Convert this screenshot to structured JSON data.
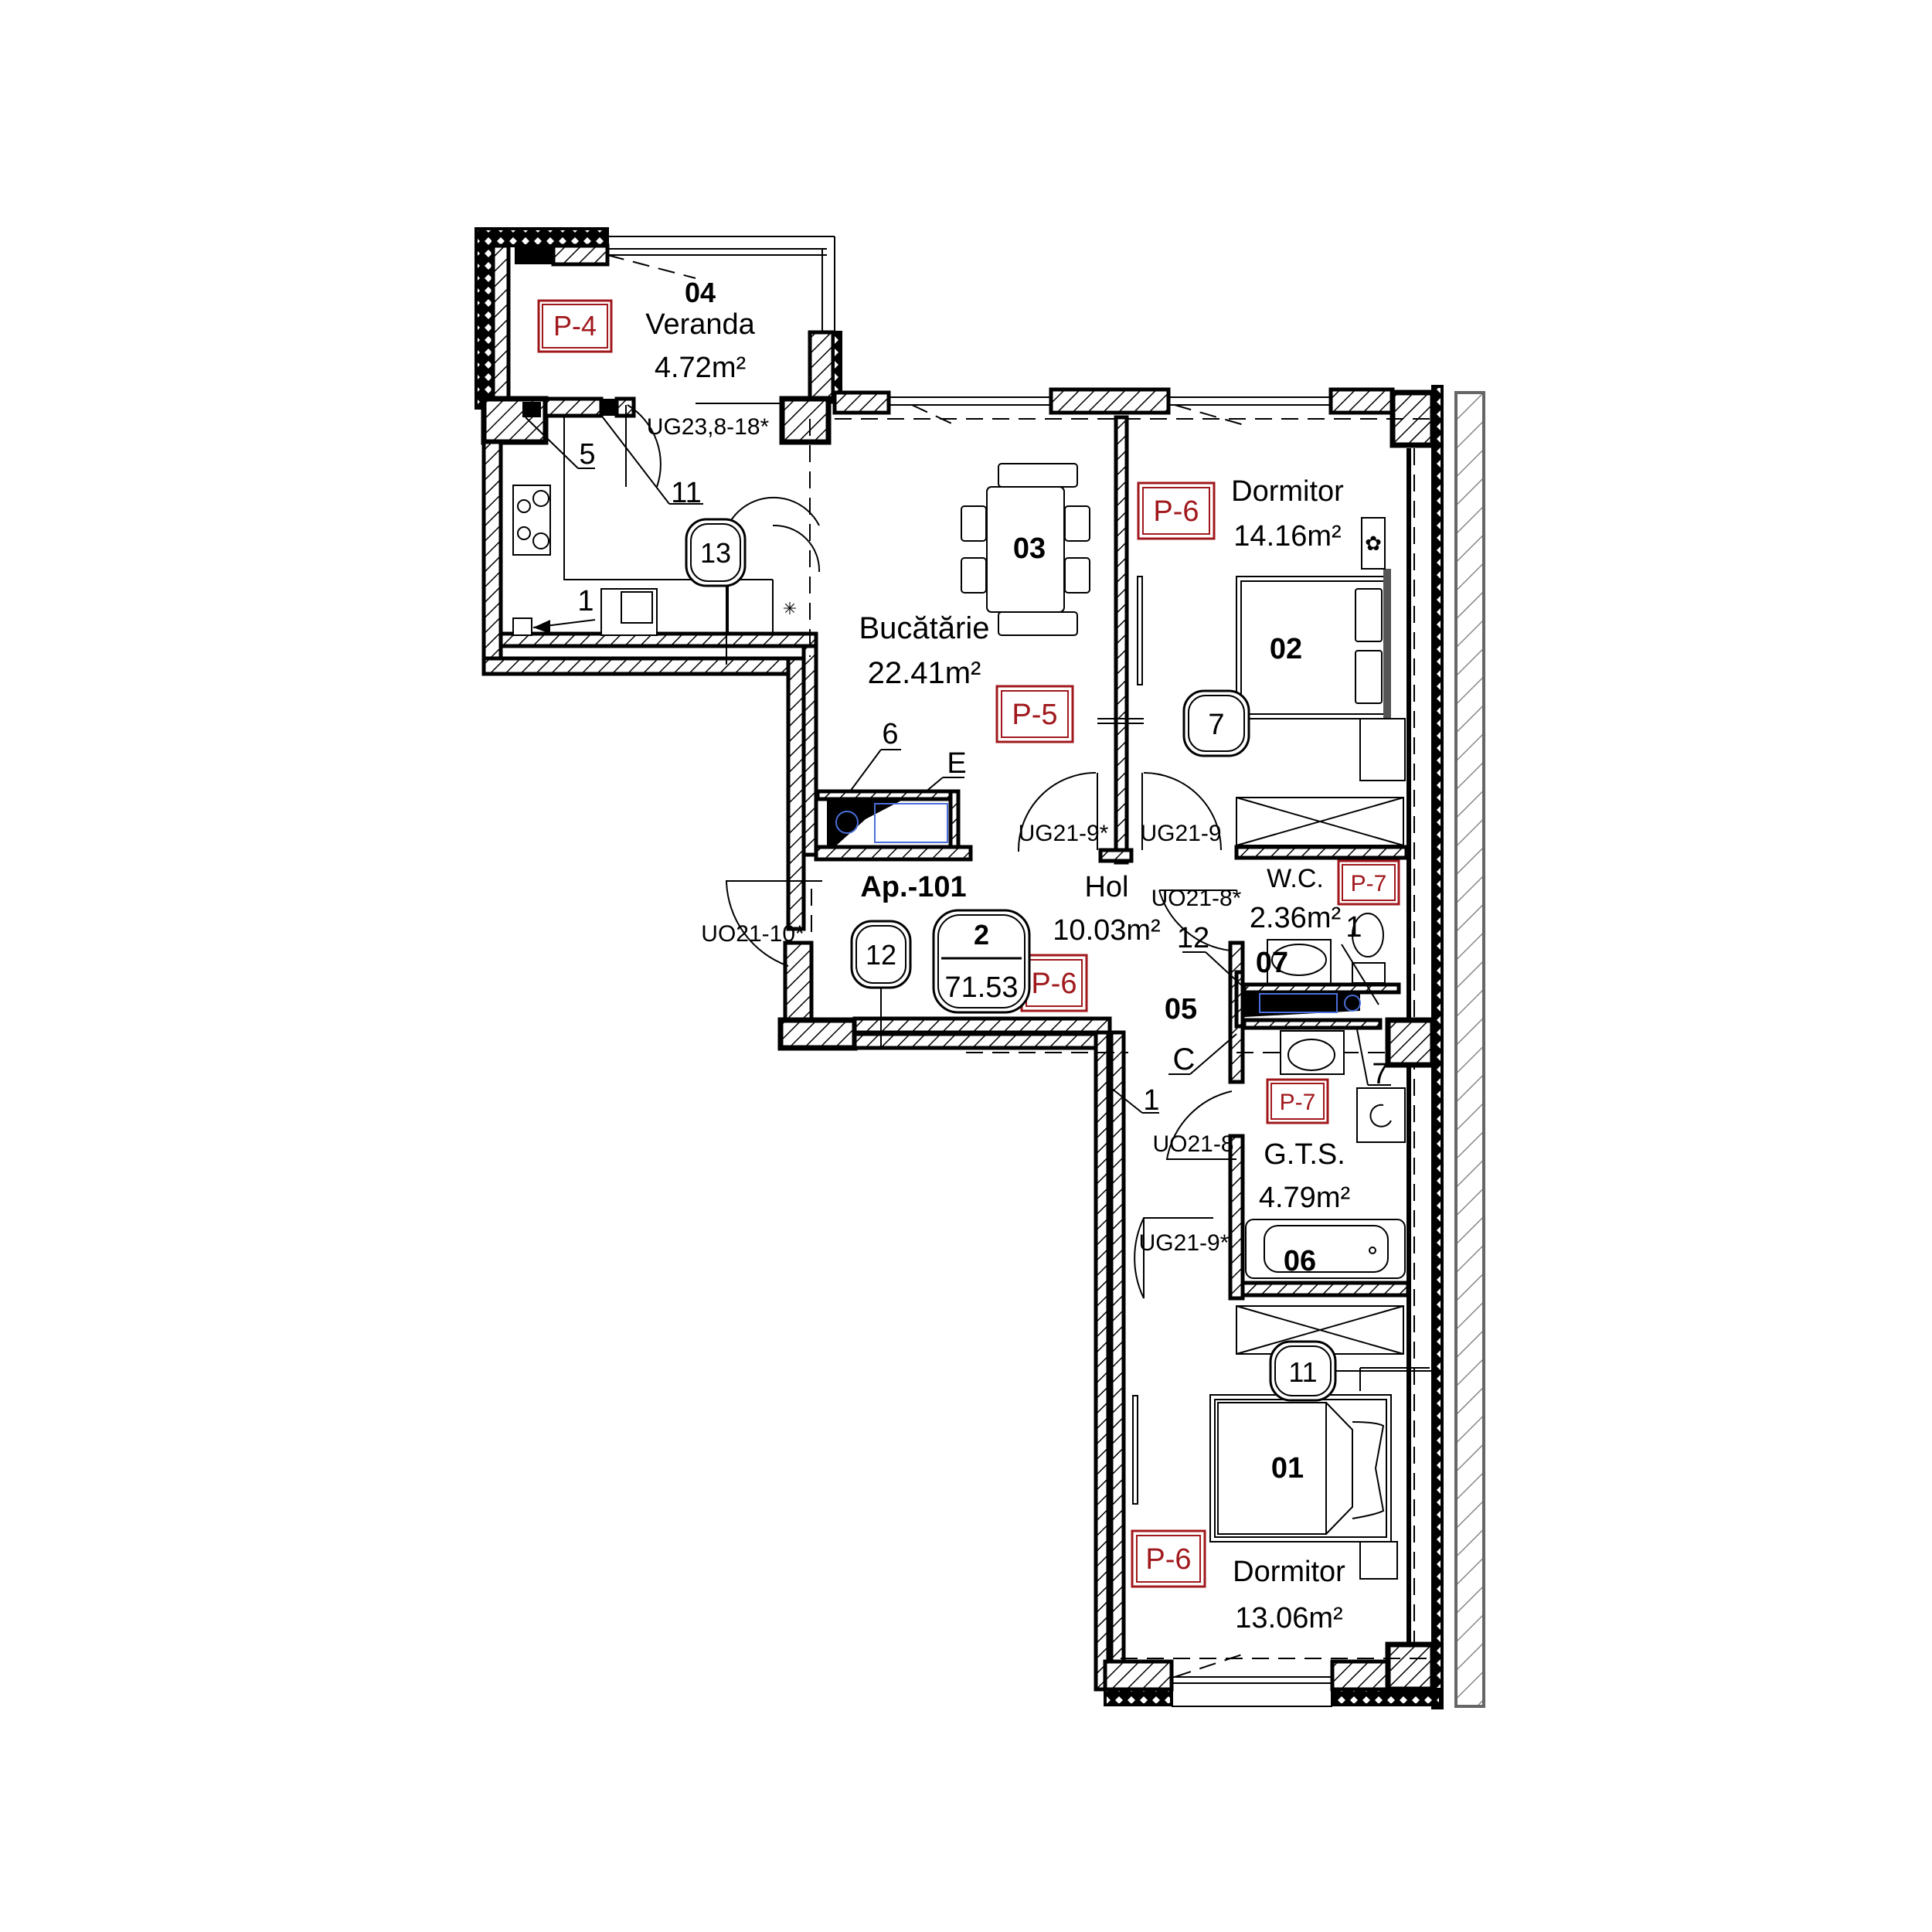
{
  "plan": {
    "apartment": {
      "label": "Ap.-101",
      "rooms_count": "2",
      "total_area": "71.53"
    },
    "rooms": [
      {
        "id": "04",
        "name": "Veranda",
        "area": "4.72m²",
        "finish": "P-4"
      },
      {
        "id": "03",
        "name": "Bucătărie",
        "area": "22.41m²",
        "finish": "P-5"
      },
      {
        "id": "02",
        "name": "Dormitor",
        "area": "14.16m²",
        "finish": "P-6"
      },
      {
        "id": "05",
        "name": "Hol",
        "area": "10.03m²",
        "finish": "P-6"
      },
      {
        "id": "07",
        "name": "W.C.",
        "area": "2.36m²",
        "finish": "P-7"
      },
      {
        "id": "06",
        "name": "G.T.S.",
        "area": "4.79m²",
        "finish": "P-7"
      },
      {
        "id": "01",
        "name": "Dormitor",
        "area": "13.06m²",
        "finish": "P-6"
      }
    ],
    "doors": [
      {
        "code": "UG23,8-18*"
      },
      {
        "code": "UG21-9*"
      },
      {
        "code": "UG21-9"
      },
      {
        "code": "UO21-10*"
      },
      {
        "code": "UO21-8*"
      },
      {
        "code": "UO21-8"
      },
      {
        "code": "UG21-9*"
      }
    ],
    "callouts": {
      "kitchen_circle": "13",
      "bedroom02_circle": "7",
      "hall_circle": "12",
      "bedroom01_circle": "11",
      "leader_5": "5",
      "leader_11": "11",
      "leader_1_kitchen": "1",
      "leader_6": "6",
      "leader_E": "E",
      "leader_12": "12",
      "leader_1_wc": "1",
      "leader_7": "7",
      "leader_C": "C",
      "leader_1_hall": "1"
    },
    "colors": {
      "tag_red": "#a0181c",
      "line": "#000000",
      "fixture_blue": "#4a6fd8"
    }
  }
}
